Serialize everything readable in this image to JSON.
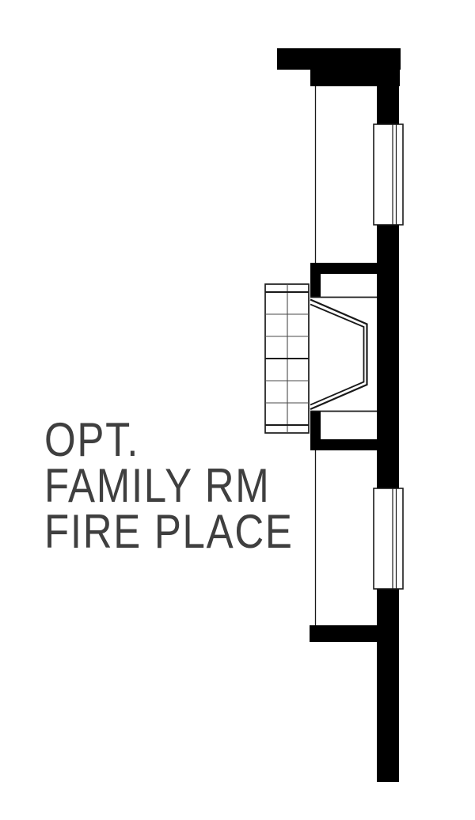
{
  "label": {
    "lines": [
      "OPT.",
      "FAMILY RM",
      "FIRE PLACE"
    ]
  },
  "colors": {
    "wall_fill": "#000000",
    "linework": "#1a1a1a",
    "thin_linework": "#4a4a4a",
    "label_text": "#3f3f3f",
    "background": "#ffffff"
  }
}
